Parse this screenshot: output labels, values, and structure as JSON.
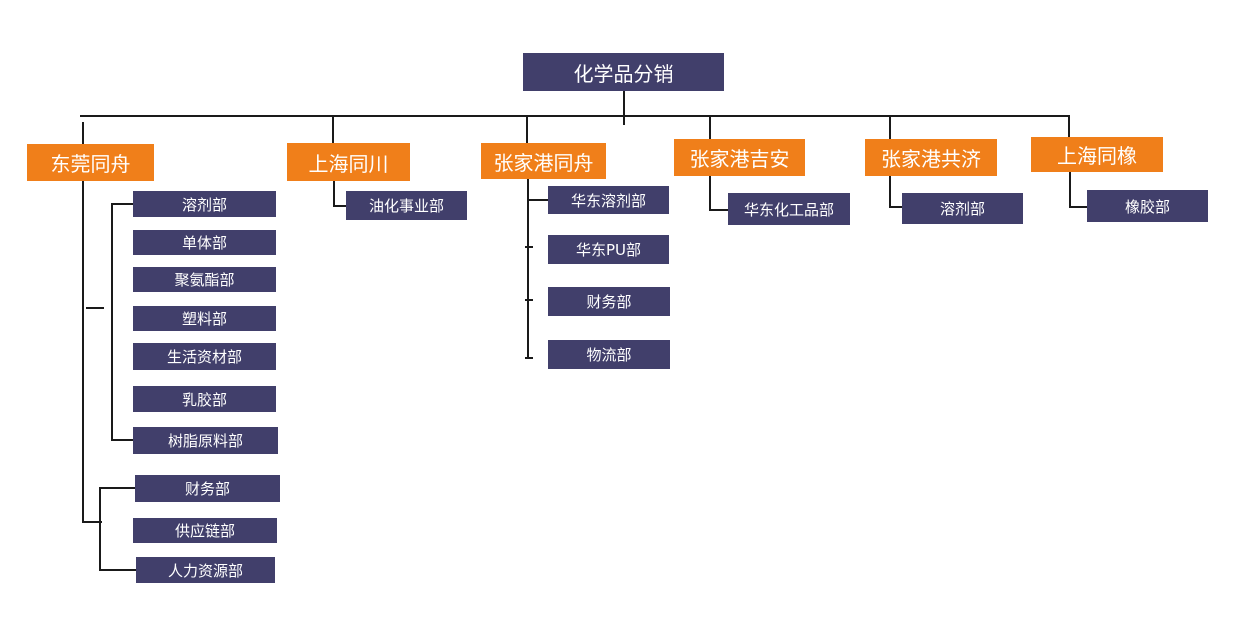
{
  "colors": {
    "root_box": "#413f6b",
    "company_box": "#f07f1a",
    "dept_box": "#413f6b",
    "connector": "#1a1a1a",
    "text": "#ffffff"
  },
  "root": {
    "label": "化学品分销"
  },
  "companies": [
    {
      "label": "东莞同舟",
      "departments": [
        {
          "label": "溶剂部"
        },
        {
          "label": "单体部"
        },
        {
          "label": "聚氨酯部"
        },
        {
          "label": "塑料部"
        },
        {
          "label": "生活资材部"
        },
        {
          "label": "乳胶部"
        },
        {
          "label": "树脂原料部"
        },
        {
          "label": "财务部"
        },
        {
          "label": "供应链部"
        },
        {
          "label": "人力资源部"
        }
      ]
    },
    {
      "label": "上海同川",
      "departments": [
        {
          "label": "油化事业部"
        }
      ]
    },
    {
      "label": "张家港同舟",
      "departments": [
        {
          "label": "华东溶剂部"
        },
        {
          "label": "华东PU部"
        },
        {
          "label": "财务部"
        },
        {
          "label": "物流部"
        }
      ]
    },
    {
      "label": "张家港吉安",
      "departments": [
        {
          "label": "华东化工品部"
        }
      ]
    },
    {
      "label": "张家港共济",
      "departments": [
        {
          "label": "溶剂部"
        }
      ]
    },
    {
      "label": "上海同橡",
      "departments": [
        {
          "label": "橡胶部"
        }
      ]
    }
  ]
}
